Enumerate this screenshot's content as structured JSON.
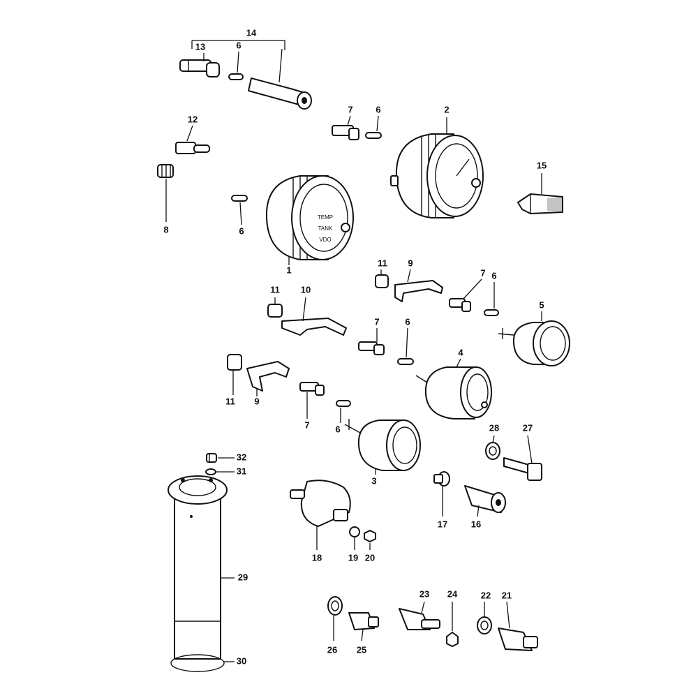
{
  "dial_text": {
    "temp": "TEMP",
    "tank": "TANK",
    "maker": "VDO"
  },
  "callouts": {
    "c1": "1",
    "c2": "2",
    "c3": "3",
    "c4": "4",
    "c5": "5",
    "c6a": "6",
    "c6b": "6",
    "c6c": "6",
    "c6d": "6",
    "c6e": "6",
    "c6f": "6",
    "c7a": "7",
    "c7b": "7",
    "c7c": "7",
    "c7d": "7",
    "c8": "8",
    "c9a": "9",
    "c9b": "9",
    "c10": "10",
    "c11a": "11",
    "c11b": "11",
    "c11c": "11",
    "c12": "12",
    "c13": "13",
    "c14": "14",
    "c15": "15",
    "c16": "16",
    "c17": "17",
    "c18": "18",
    "c19": "19",
    "c20": "20",
    "c21": "21",
    "c22": "22",
    "c23": "23",
    "c24": "24",
    "c25": "25",
    "c26": "26",
    "c27": "27",
    "c28": "28",
    "c29": "29",
    "c30": "30",
    "c31": "31",
    "c32": "32"
  }
}
